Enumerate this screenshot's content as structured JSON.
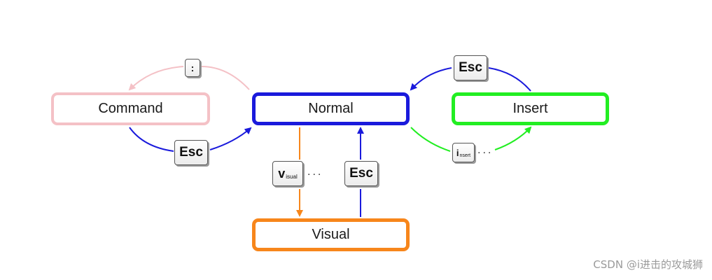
{
  "diagram": {
    "states": {
      "command": "Command",
      "normal": "Normal",
      "insert": "Insert",
      "visual": "Visual"
    },
    "keys": {
      "colon": ":",
      "esc_from_command": "Esc",
      "esc_from_insert": "Esc",
      "esc_from_visual": "Esc",
      "visual": {
        "letter": "v",
        "sub": "isual"
      },
      "insert": {
        "letter": "i",
        "sub": "nsert"
      }
    },
    "ellipsis_visual": "...",
    "ellipsis_insert": "...",
    "colors": {
      "command": "#f4c1c6",
      "normal": "#1a1adc",
      "insert": "#22ee22",
      "visual": "#f7861b"
    }
  },
  "watermark": "CSDN @i进击的攻城狮"
}
